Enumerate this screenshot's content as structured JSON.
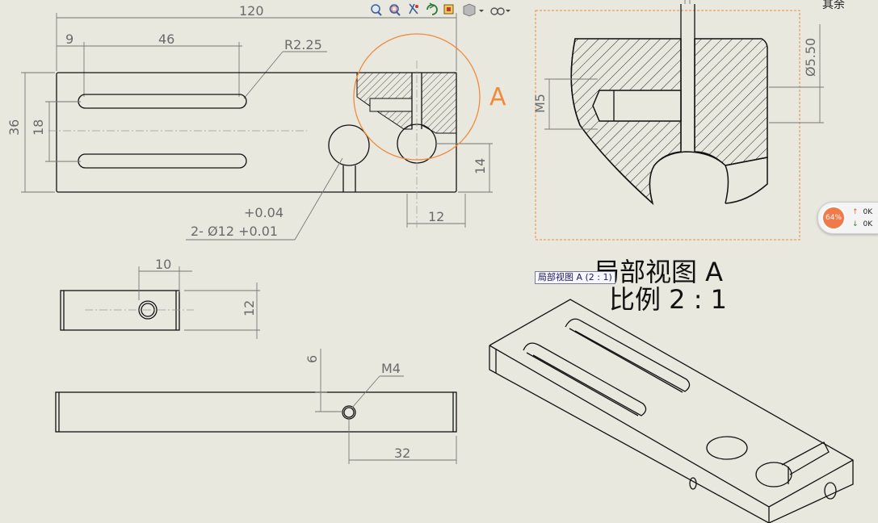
{
  "top_right_label": "其余",
  "tooltip": "局部视图 A (2 : 1)",
  "detail_letter": "A",
  "detail_title": "局部视图 A",
  "detail_scale": "比例 2 : 1",
  "dims": {
    "top_120": "120",
    "top_9": "9",
    "top_46": "46",
    "r225": "R2.25",
    "left_36": "36",
    "left_18": "18",
    "right_14": "14",
    "bottom_12": "12",
    "tol_upper": "+0.04",
    "hole_callout": "2- Ø12 +0.01",
    "detail_m5": "M5",
    "detail_d550": "Ø5.50",
    "side_10": "10",
    "side_12": "12",
    "front_6": "6",
    "front_m4": "M4",
    "front_32": "32"
  },
  "toolbar": {
    "icons": [
      "zoom-to-fit-icon",
      "zoom-area-icon",
      "pan-icon",
      "rotate-icon",
      "3d-view-icon",
      "display-style-icon",
      "view-orientation-icon"
    ]
  },
  "network": {
    "percent": "64%",
    "up": "0K",
    "down": "0K"
  },
  "colors": {
    "background": "#e9e8df",
    "detail_circle": "#f08a3c",
    "detail_frame": "#f08a3c"
  }
}
